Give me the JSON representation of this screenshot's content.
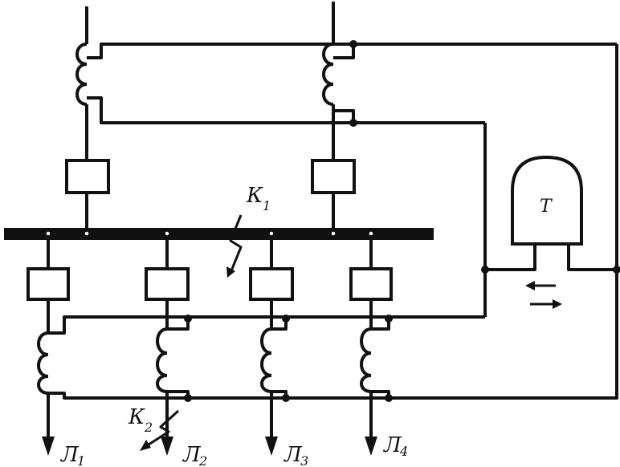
{
  "labels": {
    "k1": "К",
    "k1_sub": "1",
    "k2": "К",
    "k2_sub": "2",
    "relay": "Т",
    "lines": [
      {
        "main": "Л",
        "sub": "1"
      },
      {
        "main": "Л",
        "sub": "2"
      },
      {
        "main": "Л",
        "sub": "3"
      },
      {
        "main": "Л",
        "sub": "4"
      }
    ]
  }
}
